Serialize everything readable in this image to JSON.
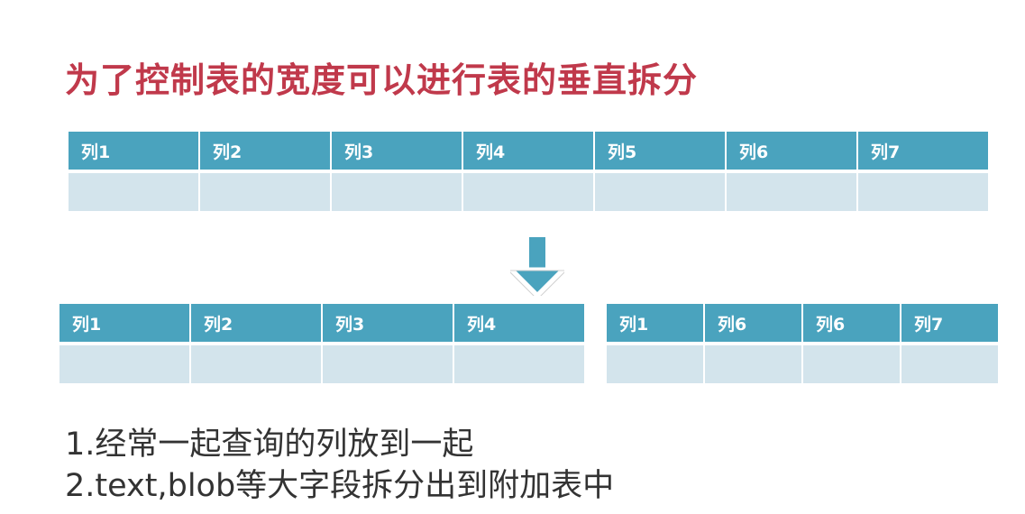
{
  "title": "为了控制表的宽度可以进行表的垂直拆分",
  "top_table": {
    "headers": [
      "列1",
      "列2",
      "列3",
      "列4",
      "列5",
      "列6",
      "列7"
    ]
  },
  "bottom_left_table": {
    "headers": [
      "列1",
      "列2",
      "列3",
      "列4"
    ]
  },
  "bottom_right_table": {
    "headers": [
      "列1",
      "列6",
      "列6",
      "列7"
    ]
  },
  "arrow": {
    "icon": "down-arrow-icon",
    "color": "#4aa3be"
  },
  "notes": [
    "1.经常一起查询的列放到一起",
    "2.text,blob等大字段拆分出到附加表中"
  ],
  "colors": {
    "title": "#c0394b",
    "header": "#4aa3be",
    "cell": "#d3e4ec"
  }
}
